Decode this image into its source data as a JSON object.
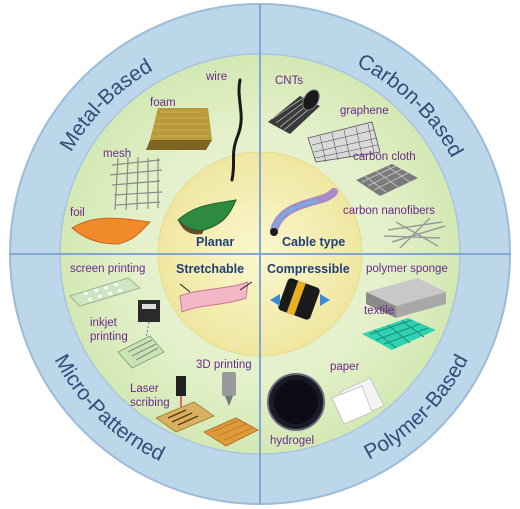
{
  "quadrants": {
    "metal": "Metal-Based",
    "carbon": "Carbon-Based",
    "micro": "Micro-Patterned",
    "polymer": "Polymer-Based"
  },
  "core": {
    "planar": "Planar",
    "cable": "Cable type",
    "stretchable": "Stretchable",
    "compressible": "Compressible"
  },
  "items": {
    "wire": "wire",
    "foam": "foam",
    "mesh": "mesh",
    "foil": "foil",
    "cnts": "CNTs",
    "graphene": "graphene",
    "carbon_cloth": "carbon cloth",
    "carbon_nanofibers": "carbon nanofibers",
    "screen_printing": "screen printing",
    "inkjet_1": "inkjet",
    "inkjet_2": "printing",
    "laser_1": "Laser",
    "laser_2": "scribing",
    "printing_3d": "3D printing",
    "polymer_sponge": "polymer sponge",
    "textile": "textile",
    "paper": "paper",
    "hydrogel": "hydrogel"
  },
  "colors": {
    "outer_ring": "#bcd6ea",
    "middle": "#e1efc4",
    "center": "#f7f2b4",
    "divider": "#7fa7cf",
    "label": "#6a2a8c",
    "quadrant_text": "#2f4f7a"
  }
}
